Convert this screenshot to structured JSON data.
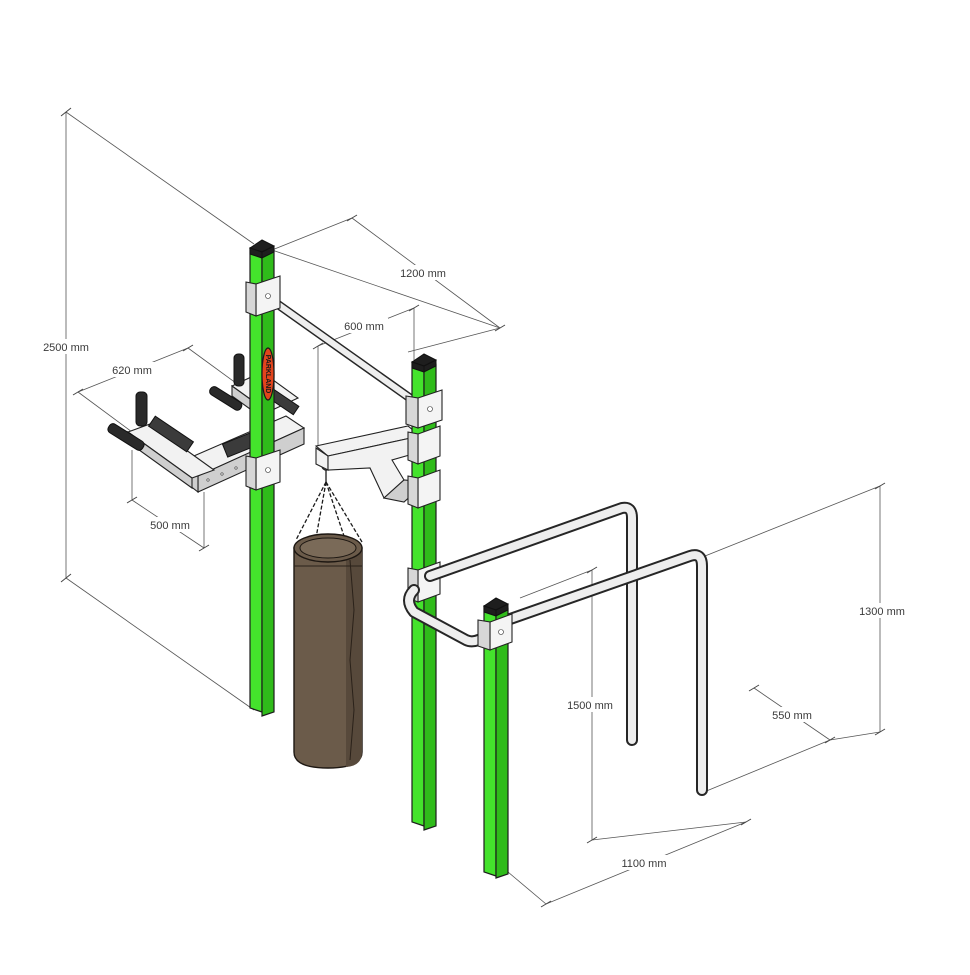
{
  "dimensions": {
    "overall_height": "2500 mm",
    "post_spacing": "1200 mm",
    "arm_reach": "600 mm",
    "dip_width": "620 mm",
    "dip_depth": "500 mm",
    "bar_height_low": "1300 mm",
    "bar_height_high": "1500 mm",
    "bar_spacing": "550 mm",
    "bar_length": "1100 mm"
  },
  "logo_text": "PARKLAND",
  "colors": {
    "post": "#44e32c",
    "steel": "#f2f2f2",
    "bag": "#6b5b4a",
    "outline": "#1c1c1c"
  }
}
